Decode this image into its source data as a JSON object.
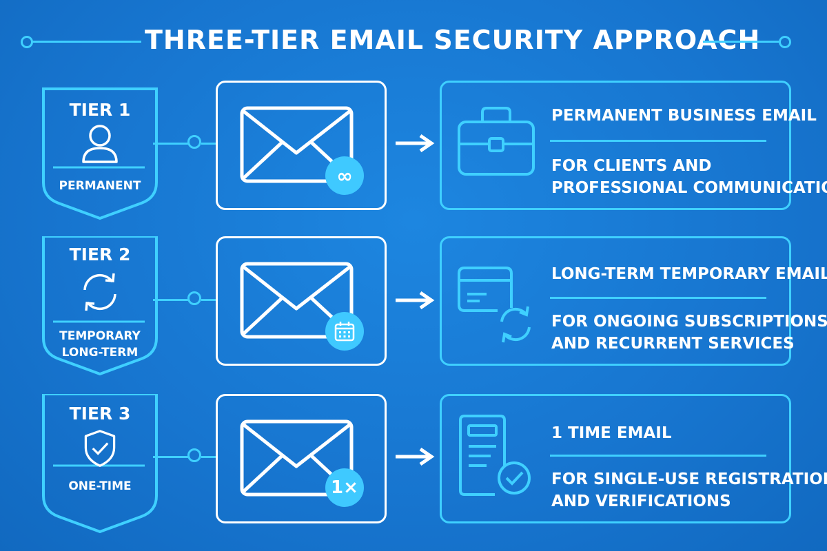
{
  "title": "THREE-TIER EMAIL SECURITY APPROACH",
  "colors": {
    "background": "#1775cf",
    "accent": "#3fd0ff",
    "foreground": "#ffffff",
    "badge": "#3fc9ff"
  },
  "tiers": [
    {
      "name": "TIER 1",
      "icon": "user-icon",
      "subtitle": [
        "PERMANENT"
      ],
      "badge_icon": "infinity-icon",
      "badge_text": "∞",
      "info_icon": "briefcase-icon",
      "info_title": "PERMANENT BUSINESS EMAIL",
      "info_desc": [
        "FOR CLIENTS AND",
        "PROFESSIONAL COMMUNICATION"
      ]
    },
    {
      "name": "TIER 2",
      "icon": "refresh-icon",
      "subtitle": [
        "TEMPORARY",
        "LONG-TERM"
      ],
      "badge_icon": "calendar-icon",
      "badge_text": "",
      "info_icon": "recurring-card-icon",
      "info_title": "LONG-TERM TEMPORARY EMAIL",
      "info_desc": [
        "FOR ONGOING SUBSCRIPTIONS",
        "AND RECURRENT SERVICES"
      ]
    },
    {
      "name": "TIER 3",
      "icon": "shield-check-icon",
      "subtitle": [
        "ONE-TIME"
      ],
      "badge_icon": "one-time-icon",
      "badge_text": "1×",
      "info_icon": "document-check-icon",
      "info_title": "1 TIME EMAIL",
      "info_desc": [
        "FOR SINGLE-USE REGISTRATIONS",
        "AND VERIFICATIONS"
      ]
    }
  ]
}
